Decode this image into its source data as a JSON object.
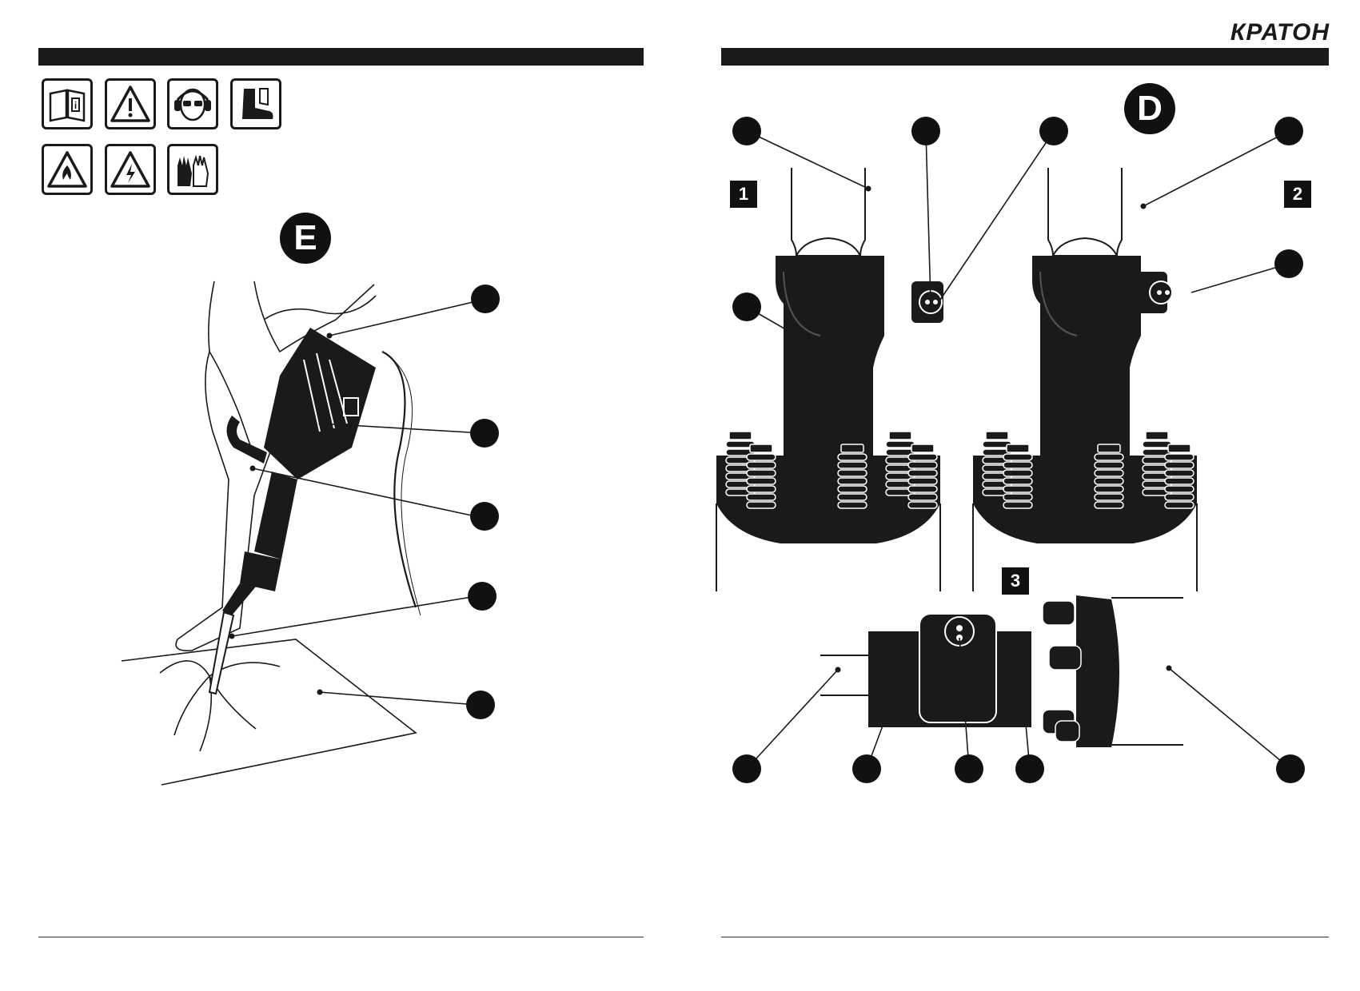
{
  "brand": "КРАТОН",
  "left_page": {
    "section_letter": "E",
    "icons": [
      "read-manual-icon",
      "warning-icon",
      "ear-eye-protection-icon",
      "safety-boots-icon",
      "fire-hazard-icon",
      "electric-shock-icon",
      "protective-gloves-icon"
    ]
  },
  "right_page": {
    "section_letter": "D",
    "views": [
      "1",
      "2",
      "3"
    ]
  },
  "colors": {
    "ink": "#1a1a1a",
    "paper": "#ffffff"
  }
}
